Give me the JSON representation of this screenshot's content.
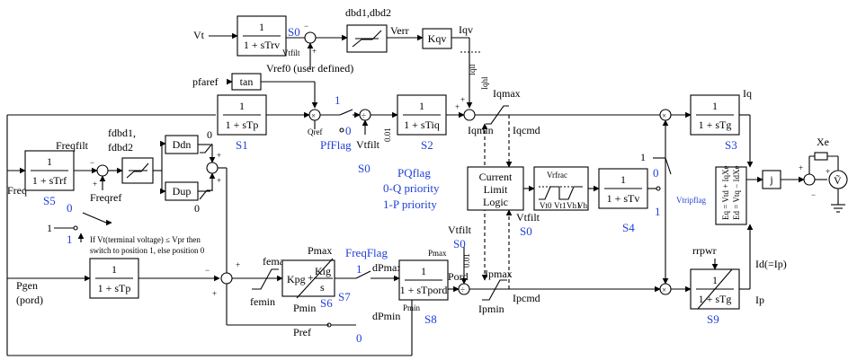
{
  "inputs": {
    "vt": "Vt",
    "pfaref": "pfaref",
    "freq": "Freq",
    "pgen": "Pgen",
    "pord_note": "(pord)",
    "pref": "Pref",
    "one": "1"
  },
  "blocks": {
    "rv": {
      "num": "1",
      "den": "1 + sTrv"
    },
    "p": {
      "num": "1",
      "den": "1 + sTp"
    },
    "iq": {
      "num": "1",
      "den": "1 + sTiq"
    },
    "g_q": {
      "num": "1",
      "den": "1 + sTg"
    },
    "rf": {
      "num": "1",
      "den": "1 + sTrf"
    },
    "p2": {
      "num": "1",
      "den": "1 + sTp"
    },
    "pord": {
      "num": "1",
      "den": "1 + sTpord"
    },
    "v": {
      "num": "1",
      "den": "1 + sTv"
    },
    "g_p": {
      "num": "1",
      "den": "1 + sTg"
    },
    "tan": "tan",
    "kqv": "Kqv",
    "ddn": "Ddn",
    "dup": "Dup",
    "pi_kpg": "Kpg",
    "pi_kig": "Kig",
    "pi_s": "s",
    "current_limit": [
      "Current",
      "Limit",
      "Logic"
    ],
    "j": "j",
    "network": [
      "Eq = Vtd + IqXe",
      "Ed = Vtq − IdXe"
    ]
  },
  "switches": {
    "s0": "S0",
    "s1": "S1",
    "s2": "S2",
    "s3": "S3",
    "s4": "S4",
    "s5": "S5",
    "s6": "S6",
    "s7": "S7",
    "s8": "S8",
    "s9": "S9"
  },
  "flags": {
    "pf": "PfFlag",
    "freq": "FreqFlag",
    "pq": "PQflag",
    "pq0": "0-Q priority",
    "pq1": "1-P priority",
    "vtrip": "Vtripflag"
  },
  "signals": {
    "vtfilt": "Vtfilt",
    "dbd": "dbd1,dbd2",
    "verr": "Verr",
    "iqv": "Iqv",
    "iqll": "Iqll",
    "iqhl": "Iqhl",
    "vref0": "Vref0 (user defined)",
    "qref": "Qref",
    "iqmax": "Iqmax",
    "iqmin": "Iqmin",
    "iqcmd": "Iqcmd",
    "iq": "Iq",
    "freqfilt": "Freqfilt",
    "fdbd": [
      "fdbd1,",
      "fdbd2"
    ],
    "freqref": "Freqref",
    "fehmax": "femax",
    "femin": "femin",
    "pmax": "Pmax",
    "pmin": "Pmin",
    "dpmax": "dPmax",
    "dpmin": "dPmin",
    "pord": "Pord",
    "ipmax": "Ipmax",
    "ipmin": "Ipmin",
    "ipcmd": "Ipcmd",
    "rrpwr": "rrpwr",
    "idip": "Id(=Ip)",
    "ip": "Ip",
    "xe": "Xe",
    "vtilde": "Ṽ",
    "vrfrac": "Vrfrac",
    "vt0": "Vt0",
    "vt1": "Vt1",
    "vh1": "Vh1",
    "vh": "Vh",
    "zero_point_01": "0.01",
    "zero": "0"
  },
  "note": [
    "If Vt(terminal voltage) ≤ Vpr then",
    "switch to position 1, else position 0"
  ],
  "colors": {
    "accent": "#1f3fd8",
    "line": "#000000"
  }
}
